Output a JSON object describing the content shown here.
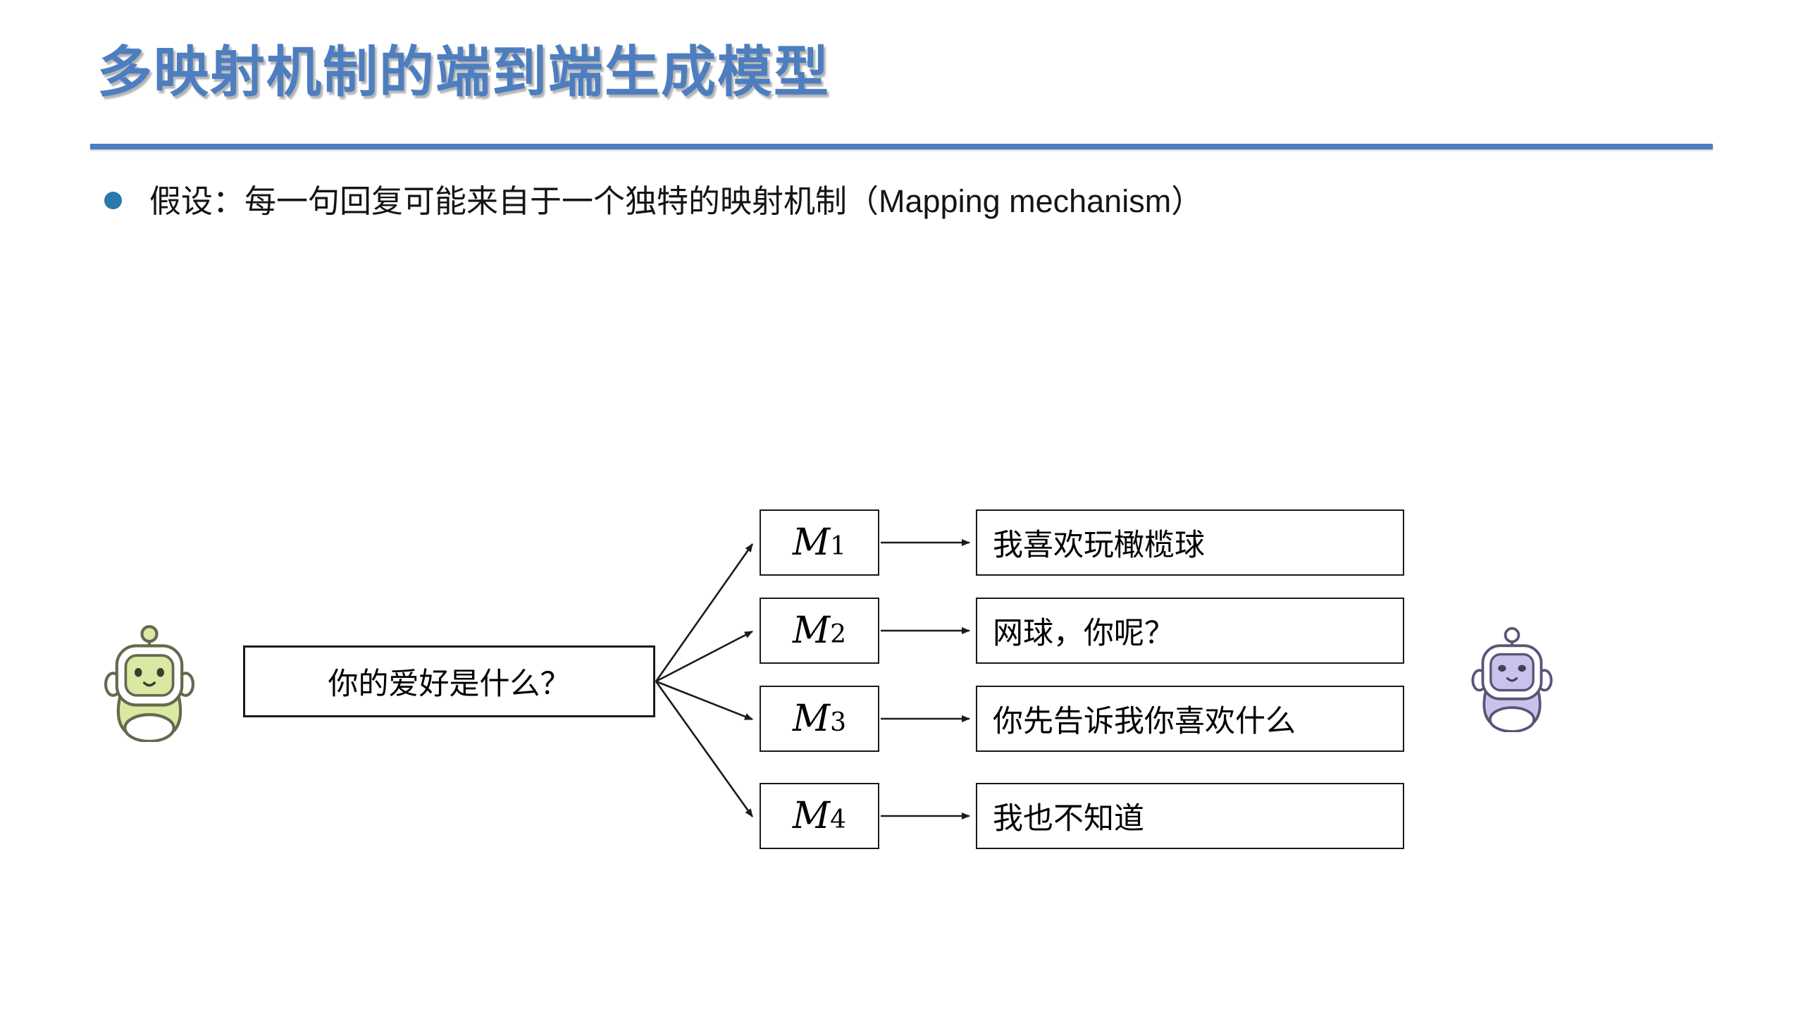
{
  "colors": {
    "accent_blue": "#4d7ebf",
    "bullet_blue": "#2979ad",
    "arrow_black": "#1a1a1a",
    "robot_green_face": "#d9e8a2",
    "robot_green_outline": "#67684e",
    "robot_purple_face": "#c9c3ec",
    "robot_purple_outline": "#5a5476"
  },
  "header": {
    "title": "多映射机制的端到端生成模型"
  },
  "bullet": {
    "text": "假设：每一句回复可能来自于一个独特的映射机制（Mapping mechanism）"
  },
  "diagram": {
    "query": "你的爱好是什么？",
    "left_robot_icon": "green-chatbot",
    "right_robot_icon": "purple-chatbot",
    "mappings": [
      {
        "label_base": "M",
        "label_sub": "1",
        "response": "我喜欢玩橄榄球"
      },
      {
        "label_base": "M",
        "label_sub": "2",
        "response": "网球，你呢？"
      },
      {
        "label_base": "M",
        "label_sub": "3",
        "response": "你先告诉我你喜欢什么"
      },
      {
        "label_base": "M",
        "label_sub": "4",
        "response": "我也不知道"
      }
    ]
  }
}
